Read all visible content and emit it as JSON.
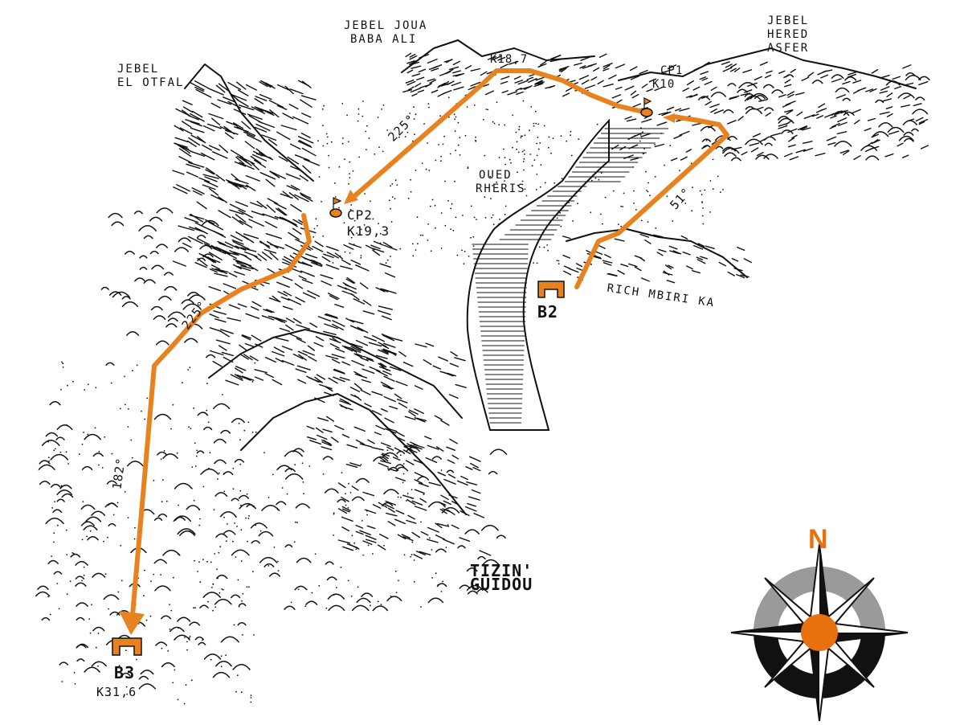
{
  "colors": {
    "route": "#e8821e",
    "ink": "#111111",
    "compass_dark": "#111111",
    "compass_grey": "#9a9a9a",
    "compass_center": "#e8700e",
    "compass_n": "#e8700e"
  },
  "labels": {
    "jebel_el_otfal": [
      "JEBEL",
      "EL OTFAL"
    ],
    "jebel_joua": [
      "JEBEL JOUA",
      "BABA ALI"
    ],
    "jebel_hered": [
      "JEBEL",
      "HERED",
      "ASFER"
    ],
    "oued_rheris": [
      "OUED",
      "RHERIS"
    ],
    "rich_mbirika": "RICH MBIRI KA",
    "tizin_guidou": [
      "TIZIN'",
      "GUIDOU"
    ]
  },
  "waypoints": {
    "cp1": [
      "CP1",
      "K10"
    ],
    "cp2": [
      "CP2",
      "K19,3"
    ],
    "k18": "K18,7",
    "b2": "B2",
    "b3": [
      "B3",
      "K31,6"
    ]
  },
  "bearings": {
    "b1": "51°",
    "b2": "225°",
    "b3": "225°",
    "b4": "182°"
  },
  "compass": {
    "north_label": "N"
  }
}
